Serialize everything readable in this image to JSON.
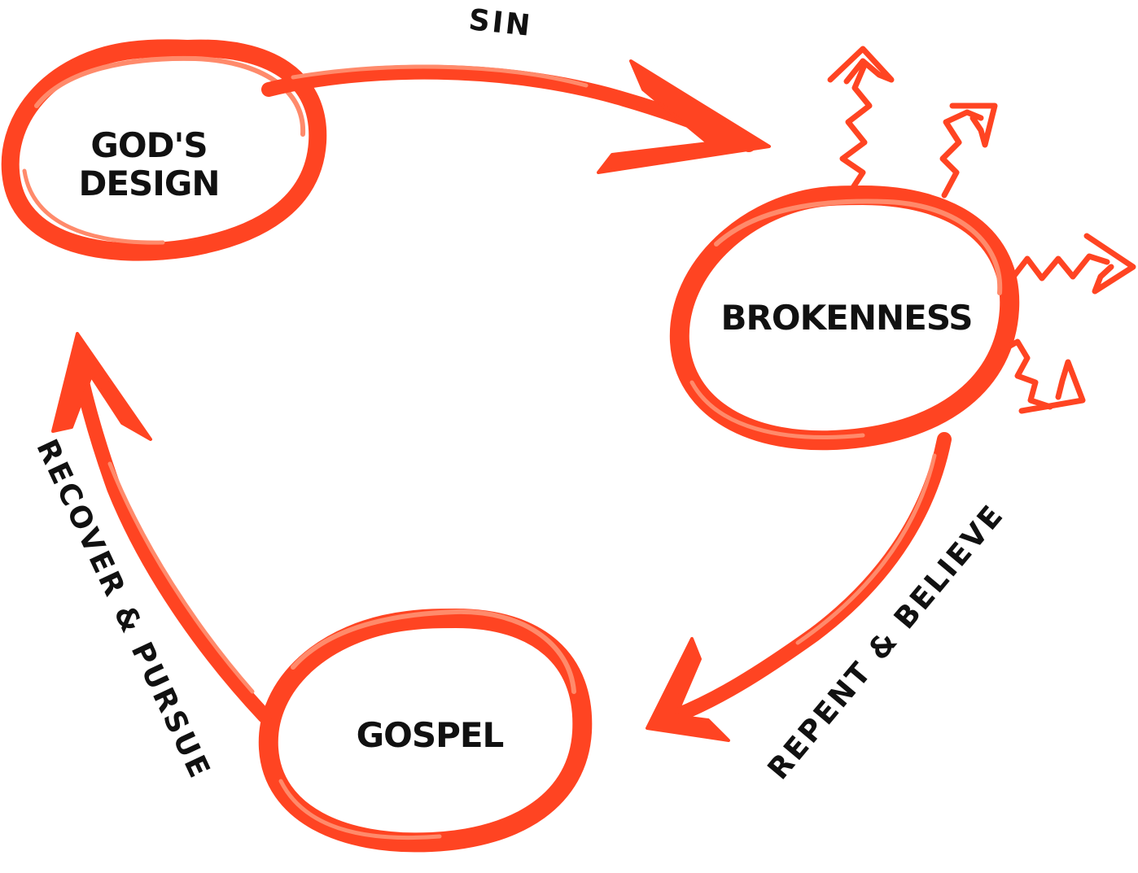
{
  "colors": {
    "stroke": "#ff4422",
    "stroke_light": "#ff8a6b",
    "text": "#111111",
    "background": "#ffffff"
  },
  "nodes": {
    "gods_design": {
      "line1": "GOD'S",
      "line2": "DESIGN"
    },
    "brokenness": {
      "label": "BROKENNESS"
    },
    "gospel": {
      "label": "GOSPEL"
    }
  },
  "edges": {
    "sin": {
      "label": "SIN"
    },
    "repent_believe": {
      "label": "REPENT & BELIEVE"
    },
    "recover_pursue": {
      "label": "RECOVER & PURSUE"
    }
  }
}
